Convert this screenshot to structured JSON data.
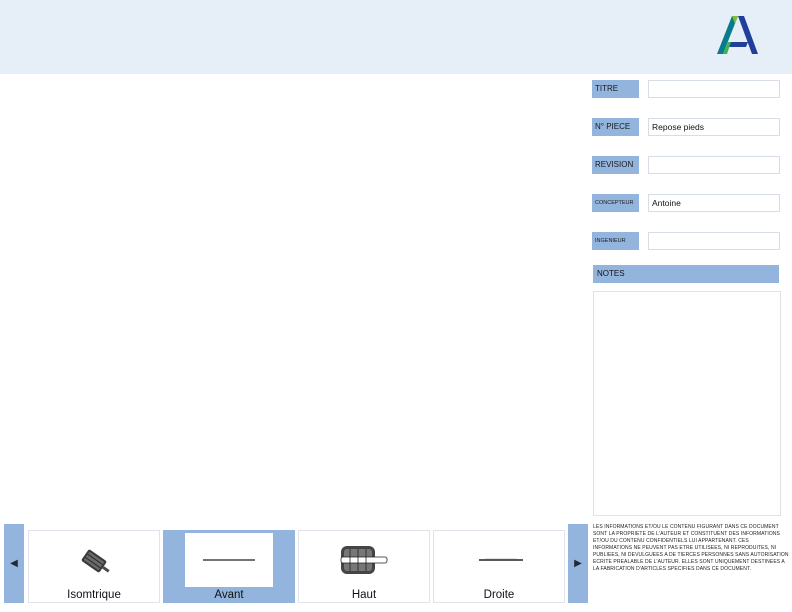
{
  "fields": [
    {
      "id": "titre",
      "label": "TITRE",
      "value": ""
    },
    {
      "id": "no-piece",
      "label": "N° PIECE",
      "value": "Repose pieds"
    },
    {
      "id": "revision",
      "label": "REVISION",
      "value": ""
    },
    {
      "id": "concepteur",
      "label": "CONCEPTEUR",
      "value": "Antoine"
    },
    {
      "id": "ingenieur",
      "label": "INGENIEUR",
      "value": ""
    }
  ],
  "notes": {
    "label": "NOTES"
  },
  "disclaimer": "LES INFORMATIONS ET/OU LE CONTENU FIGURANT DANS CE DOCUMENT SONT LA PROPRIETE DE L'AUTEUR ET CONSTITUENT DES INFORMATIONS ET/OU DU CONTENU CONFIDENTIELS LUI APPARTENANT. CES INFORMATIONS NE PEUVENT PAS ETRE UTILISEES, NI REPRODUITES, NI PUBLIEES, NI DEVULGUEES A DE TIERCES PERSONNES SANS AUTORISATION ECRITE PREALABLE DE L'AUTEUR. ELLES SONT UNIQUEMENT DESTINEES A LA FABRICATION D'ARTICLES SPECIFIES DANS CE DOCUMENT.",
  "nav": {
    "prev": "◀",
    "next": "▶"
  },
  "views": [
    {
      "label": "Isomtrique",
      "selected": false
    },
    {
      "label": "Avant",
      "selected": true
    },
    {
      "label": "Haut",
      "selected": false
    },
    {
      "label": "Droite",
      "selected": false
    }
  ],
  "colors": {
    "header_bg": "#e6eef8",
    "accent": "#93b4dc"
  }
}
